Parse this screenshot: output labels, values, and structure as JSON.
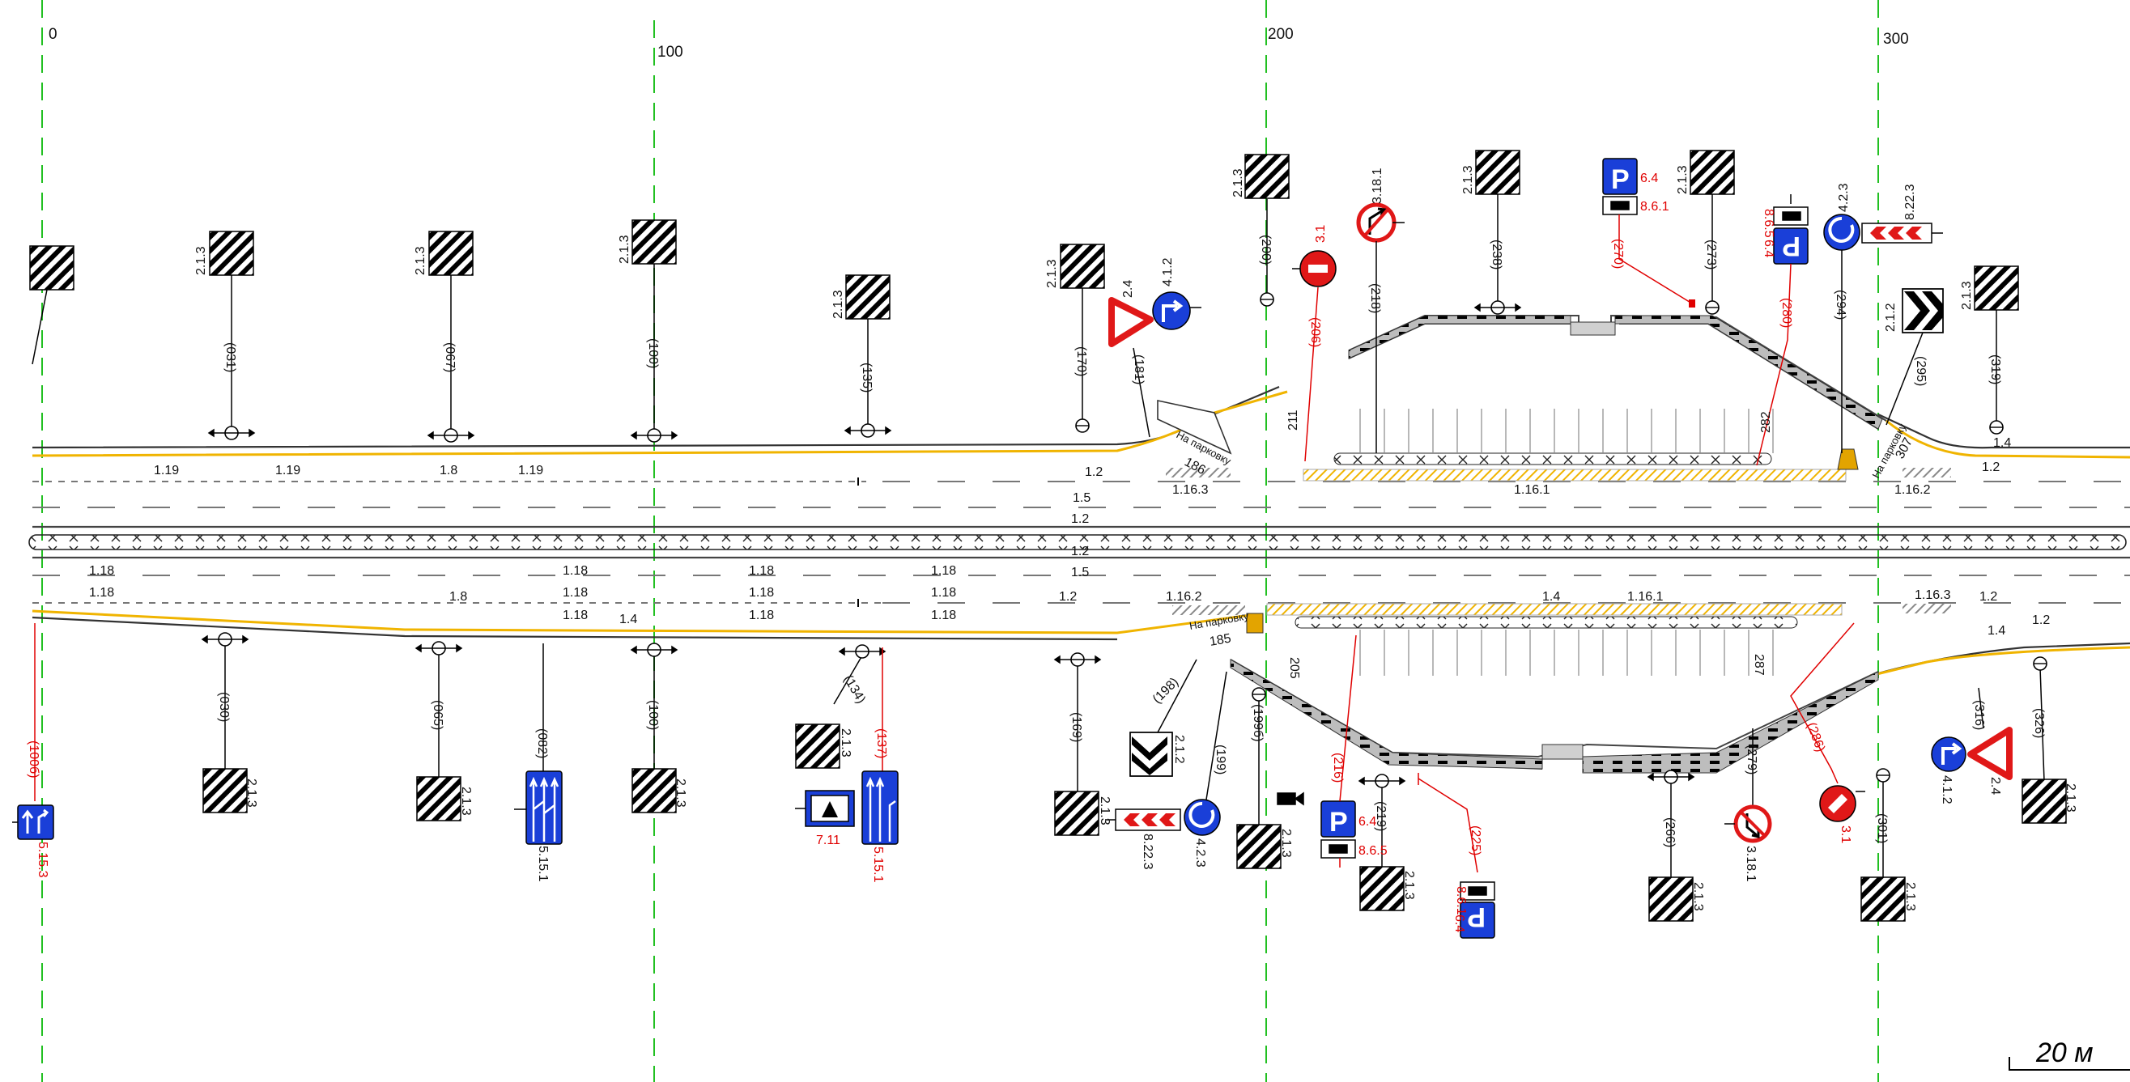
{
  "colors": {
    "station_line": "#22c022",
    "edge_line": "#f0b400",
    "sign_blue": "#1a3fd8",
    "sign_red": "#e01818",
    "annotation_red": "#e00000",
    "island_fill": "#bdbdbd"
  },
  "stations": [
    "0",
    "100",
    "200",
    "300"
  ],
  "scale_bar": "20 м",
  "markings": {
    "top": [
      "1.19",
      "1.19",
      "1.8",
      "1.19",
      "1.2",
      "1.16.3",
      "1.16.1",
      "1.16.2",
      "1.2",
      "1.4",
      "1.5"
    ],
    "center": [
      "1.2",
      "1.2",
      "1.5"
    ],
    "bottom": [
      "1.18",
      "1.18",
      "1.18",
      "1.18",
      "1.18",
      "1.18",
      "1.18",
      "1.18",
      "1.18",
      "1.18",
      "1.18",
      "1.8",
      "1.4",
      "1.2",
      "1.16.2",
      "1.4",
      "1.16.1",
      "1.16.3",
      "1.2",
      "1.4",
      "1.2"
    ]
  },
  "top_signs": {
    "hatch": "2.1.3",
    "chainages": [
      "(031)",
      "(067)",
      "(100)",
      "(135)",
      "(170)",
      "(181)",
      "(200)",
      "(206)",
      "(218)",
      "(238)",
      "(270)",
      "(273)",
      "(280)",
      "(294)",
      "(295)",
      "(319)"
    ],
    "yield": "2.4",
    "turn": "4.1.2",
    "no_entry": "3.1",
    "no_left": "3.18.1",
    "parking": "6.4",
    "parking_plate": "8.6.1",
    "parking_plate_b": "8.6.5",
    "roundabout": "4.2.3",
    "chevron_plate": "8.22.3",
    "chevron": "2.1.2",
    "parking_label": "На парковку",
    "numbers": [
      "186",
      "211",
      "282",
      "307"
    ]
  },
  "bottom_signs": {
    "hatch": "2.1.3",
    "lane_left": "5.15.3",
    "lane_dir": "5.15.1",
    "facility": "7.11",
    "chevron": "2.1.2",
    "chevron_plate": "8.22.3",
    "roundabout": "4.2.3",
    "parking": "6.4",
    "parking_plate": "8.6.5",
    "parking_plate_b": "8.6.1",
    "no_right": "3.18.1",
    "no_entry": "3.1",
    "turn": "4.1.2",
    "yield": "2.4",
    "chainages": [
      "(100б)",
      "(030)",
      "(065)",
      "(082)",
      "(100)",
      "(134)",
      "(137)",
      "(169)",
      "(198)",
      "(199)",
      "(199б)",
      "(216)",
      "(219)",
      "(225)",
      "(266)",
      "(279)",
      "(286)",
      "(301)",
      "(316)",
      "(326)"
    ],
    "parking_label": "На парковку",
    "numbers": [
      "185",
      "205",
      "287"
    ]
  }
}
